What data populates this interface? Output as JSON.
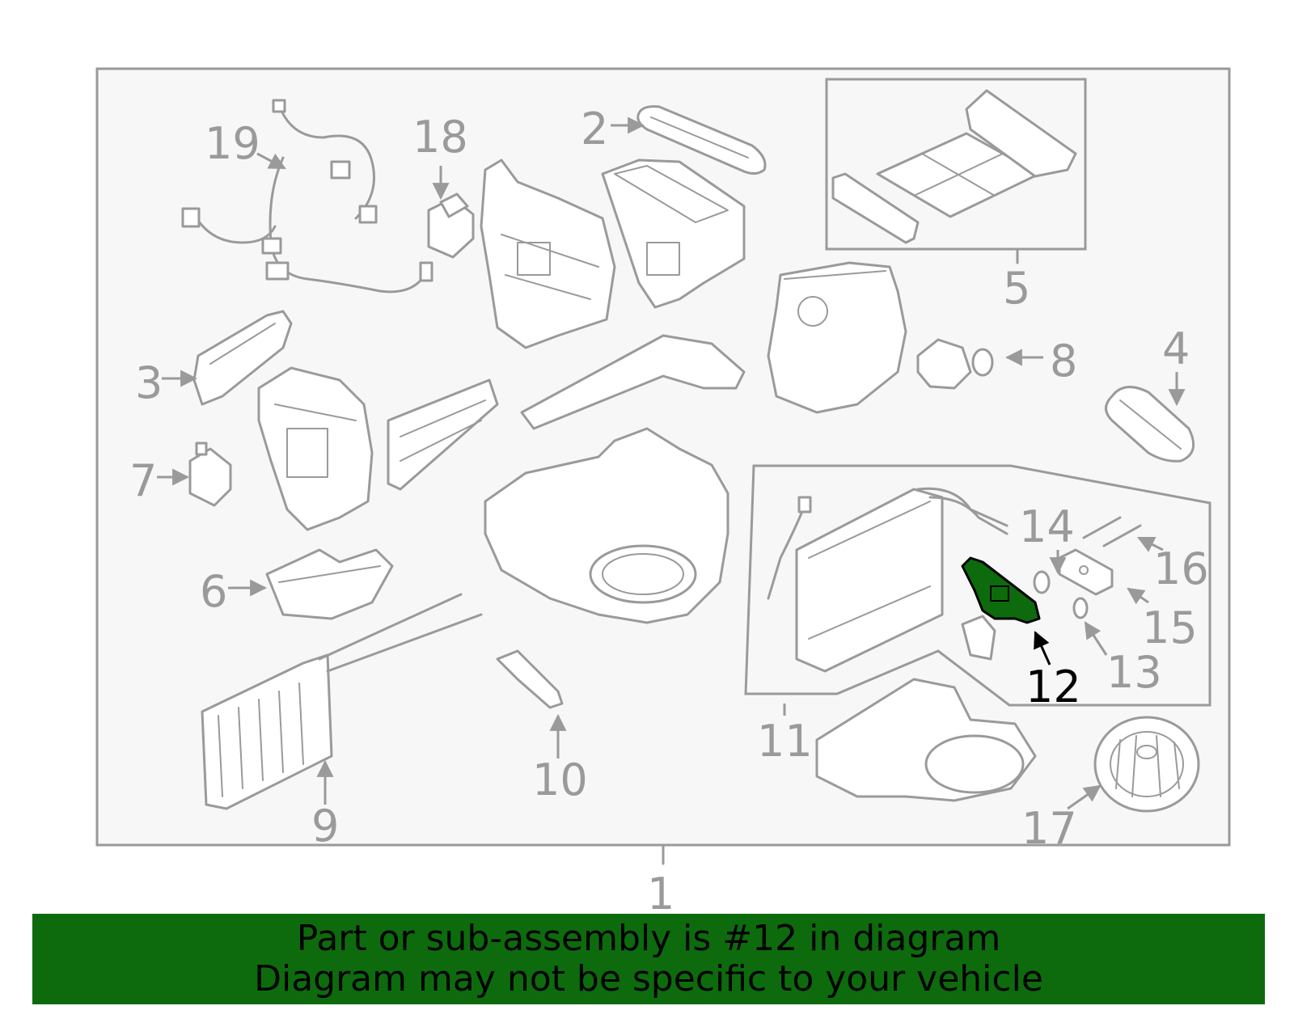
{
  "callouts": {
    "c1": "1",
    "c2": "2",
    "c3": "3",
    "c4": "4",
    "c5": "5",
    "c6": "6",
    "c7": "7",
    "c8": "8",
    "c9": "9",
    "c10": "10",
    "c11": "11",
    "c12": "12",
    "c13": "13",
    "c14": "14",
    "c15": "15",
    "c16": "16",
    "c17": "17",
    "c18": "18",
    "c19": "19"
  },
  "highlighted_part": "12",
  "colors": {
    "line": "#9a9a9a",
    "highlight": "#0d6b0d",
    "highlight_label": "#000000",
    "panel_bg": "#f7f7f7"
  },
  "banner": {
    "line1": "Part or sub-assembly is #12 in diagram",
    "line2": "Diagram may not be specific to your vehicle"
  }
}
